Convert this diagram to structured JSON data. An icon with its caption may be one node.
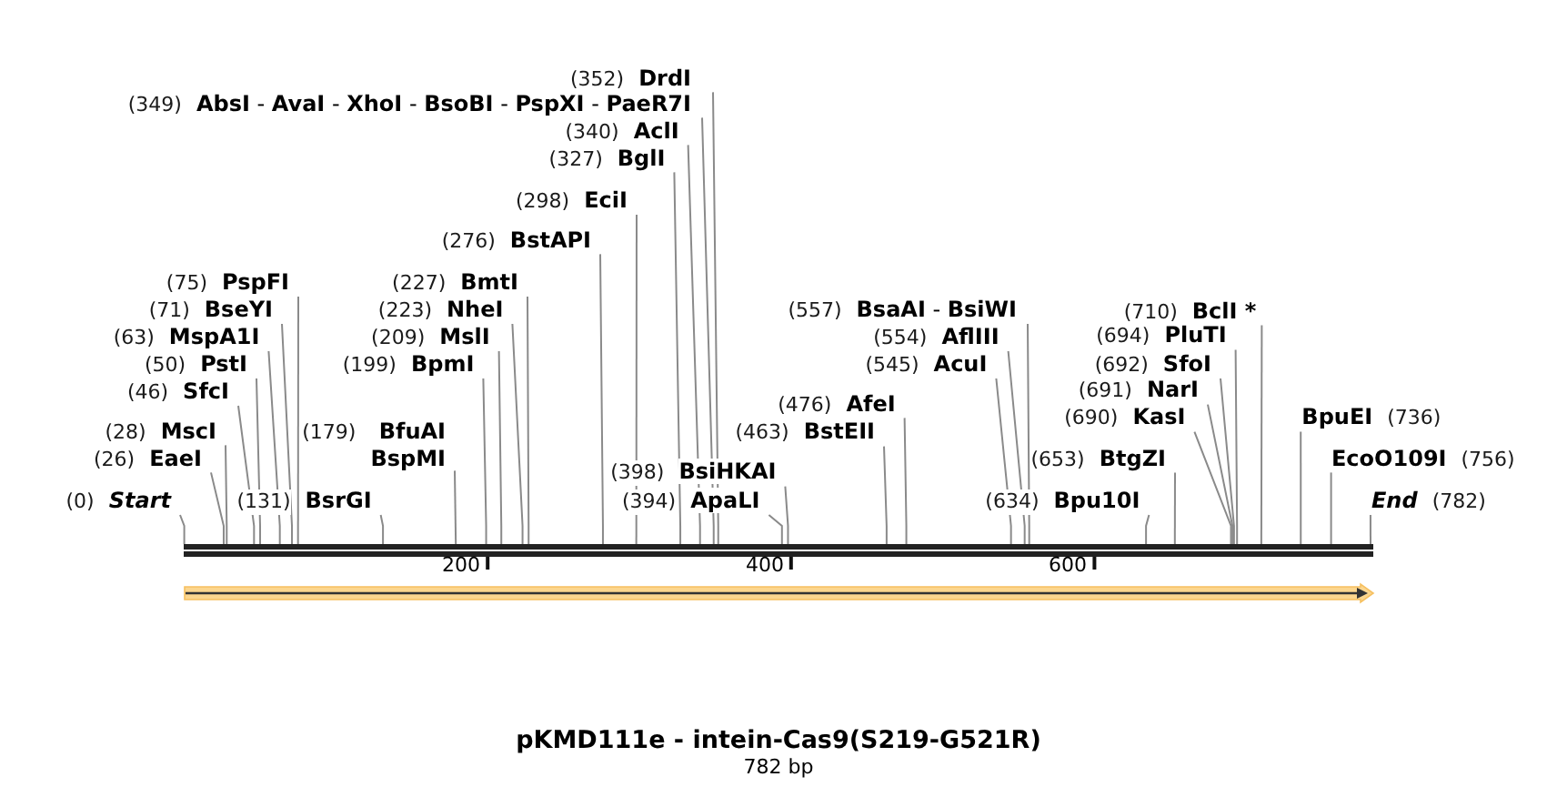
{
  "diagram": {
    "title": "pKMD111e - intein-Cas9(S219-G521R)",
    "caption": "782 bp",
    "nodes": [
      {
        "text": [
          "(352)",
          "DrdI"
        ]
      },
      {
        "text": [
          "(349)",
          "**AbsI** - **AvaI** - **XhoI** - **BsoBI** - **PspXI** - **PaeR7I**"
        ]
      },
      {
        "text": [
          "(340)",
          "AclI"
        ]
      },
      {
        "text": [
          "(327)",
          "BglI"
        ]
      },
      {
        "text": [
          "(298)",
          "EciI"
        ]
      },
      {
        "text": [
          "(276)",
          "BstAPI"
        ]
      },
      {
        "text": [
          "(75)",
          "PspFI"
        ]
      },
      {
        "text": [
          "(227)",
          "BmtI"
        ]
      },
      {
        "text": [
          "(71)",
          "BseYI"
        ]
      },
      {
        "text": [
          "(223)",
          "NheI"
        ]
      },
      {
        "text": [
          "(557)",
          "**BsaAI** - **BsiWI**"
        ]
      },
      {
        "text": [
          "(710)",
          "BclI *"
        ]
      },
      {
        "text": [
          "(63)",
          "MspA1I"
        ]
      },
      {
        "text": [
          "(209)",
          "MslI"
        ]
      },
      {
        "text": [
          "(554)",
          "AflIII"
        ]
      },
      {
        "text": [
          "(694)",
          "PluTI"
        ]
      },
      {
        "text": [
          "(50)",
          "PstI"
        ]
      },
      {
        "text": [
          "(199)",
          "BpmI"
        ]
      },
      {
        "text": [
          "(545)",
          "AcuI"
        ]
      },
      {
        "text": [
          "(692)",
          "SfoI"
        ]
      },
      {
        "text": [
          "(46)",
          "SfcI"
        ]
      },
      {
        "text": [
          "(691)",
          "NarI"
        ]
      },
      {
        "text": [
          "(476)",
          "AfeI"
        ]
      },
      {
        "text": [
          "(690)",
          "KasI"
        ]
      },
      {
        "text": [
          "BpuEI",
          "(736)"
        ]
      },
      {
        "text": [
          "(28)",
          "MscI"
        ]
      },
      {
        "text": [
          "(179)",
          "BfuAI",
          "BspMI"
        ]
      },
      {
        "text": [
          "(463)",
          "BstEII"
        ]
      },
      {
        "text": [
          "(26)",
          "EaeI"
        ]
      },
      {
        "text": [
          "(653)",
          "BtgZI"
        ]
      },
      {
        "text": [
          "EcoO109I",
          "(756)"
        ]
      },
      {
        "text": [
          "(398)",
          "BsiHKAI"
        ]
      },
      {
        "text": [
          "(0)",
          "Start"
        ]
      },
      {
        "text": [
          "(131)",
          "BsrGI"
        ]
      },
      {
        "text": [
          "(394)",
          "ApaLI"
        ]
      },
      {
        "text": [
          "(634)",
          "Bpu10I"
        ]
      },
      {
        "text": [
          "End",
          "(782)"
        ]
      },
      {
        "text": [],
        "shape": "bar"
      }
    ],
    "edges": [
      {
        "from": 0,
        "to": 37,
        "arrow": "none"
      },
      {
        "from": 1,
        "to": 37,
        "arrow": "none"
      },
      {
        "from": 2,
        "to": 37,
        "arrow": "none"
      },
      {
        "from": 3,
        "to": 37,
        "arrow": "none"
      },
      {
        "from": 4,
        "to": 37,
        "arrow": "none"
      },
      {
        "from": 5,
        "to": 37,
        "arrow": "none"
      },
      {
        "from": 6,
        "to": 37,
        "arrow": "none"
      },
      {
        "from": 7,
        "to": 37,
        "arrow": "none"
      },
      {
        "from": 8,
        "to": 37,
        "arrow": "none"
      },
      {
        "from": 9,
        "to": 37,
        "arrow": "none"
      },
      {
        "from": 10,
        "to": 37,
        "arrow": "none"
      },
      {
        "from": 11,
        "to": 37,
        "arrow": "none"
      },
      {
        "from": 12,
        "to": 37,
        "arrow": "none"
      },
      {
        "from": 13,
        "to": 37,
        "arrow": "none"
      },
      {
        "from": 14,
        "to": 37,
        "arrow": "none"
      },
      {
        "from": 15,
        "to": 37,
        "arrow": "none"
      },
      {
        "from": 16,
        "to": 37,
        "arrow": "none"
      },
      {
        "from": 17,
        "to": 37,
        "arrow": "none"
      },
      {
        "from": 18,
        "to": 37,
        "arrow": "none"
      },
      {
        "from": 19,
        "to": 37,
        "arrow": "none"
      },
      {
        "from": 20,
        "to": 37,
        "arrow": "none"
      },
      {
        "from": 21,
        "to": 37,
        "arrow": "none"
      },
      {
        "from": 22,
        "to": 37,
        "arrow": "none"
      },
      {
        "from": 23,
        "to": 37,
        "arrow": "none"
      },
      {
        "from": 24,
        "to": 37,
        "arrow": "none"
      },
      {
        "from": 25,
        "to": 37,
        "arrow": "none"
      },
      {
        "from": 26,
        "to": 37,
        "arrow": "none"
      },
      {
        "from": 27,
        "to": 37,
        "arrow": "none"
      },
      {
        "from": 28,
        "to": 37,
        "arrow": "none"
      },
      {
        "from": 29,
        "to": 37,
        "arrow": "none"
      },
      {
        "from": 30,
        "to": 37,
        "arrow": "none"
      },
      {
        "from": 31,
        "to": 37,
        "arrow": "none"
      },
      {
        "from": 32,
        "to": 37,
        "arrow": "none"
      },
      {
        "from": 33,
        "to": 37,
        "arrow": "none"
      },
      {
        "from": 34,
        "to": 37,
        "arrow": "none"
      },
      {
        "from": 35,
        "to": 37,
        "arrow": "none"
      },
      {
        "from": 36,
        "to": 37,
        "arrow": "none"
      }
    ],
    "labels": [
      "200",
      "400",
      "600"
    ]
  }
}
